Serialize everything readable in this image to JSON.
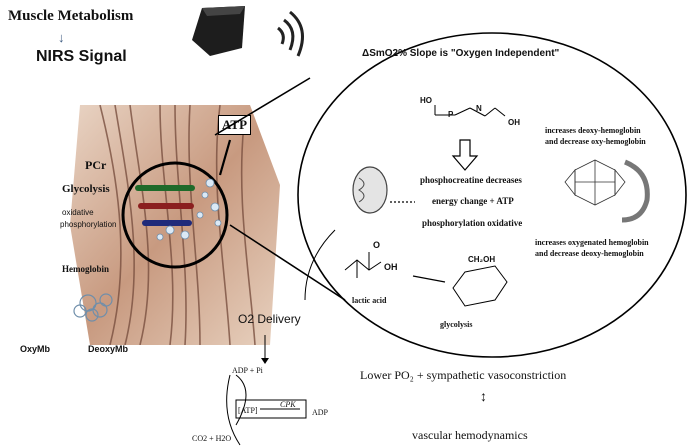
{
  "header": {
    "title": "Muscle Metabolism",
    "subtitle": "NIRS Signal"
  },
  "muscle": {
    "atp": "ATP",
    "pcr": "PCr",
    "glycolysis": "Glycolysis",
    "oxidative": "oxidative",
    "phosphorylation": "phosphorylation",
    "hemoglobin": "Hemoglobin",
    "oxymb": "OxyMb",
    "deoxymb": "DeoxyMb"
  },
  "circle": {
    "title": "ΔSmO2% Slope is \"Oxygen Independent\"",
    "pcr_decrease": "phosphocreatine decreases",
    "energy_change": "energy change + ATP",
    "phos_ox": "phosphorylation oxidative",
    "lactic": "lactic acid",
    "glycolysis": "glycolysis",
    "deoxy_up_1": "increases deoxy-hemoglobin",
    "deoxy_up_2": "and decrease oxy-hemoglobin",
    "oxy_up_1": "increases oxygenated hemoglobin",
    "oxy_up_2": "and decrease deoxy-hemoglobin",
    "chem_labels": {
      "ho": "HO",
      "p": "P",
      "n": "N",
      "oh": "OH",
      "o": "O",
      "h": "H",
      "ch2oh": "CH₂OH"
    }
  },
  "lower": {
    "o2_delivery": "O2 Delivery",
    "adp_pi": "ADP + Pi",
    "atp": "[ATP]",
    "cpk": "CPK",
    "adp": "ADP",
    "co2": "CO2 + H2O",
    "po2": "Lower PO₂ + sympathetic vasoconstriction",
    "hemodynamics": "vascular hemodynamics"
  }
}
